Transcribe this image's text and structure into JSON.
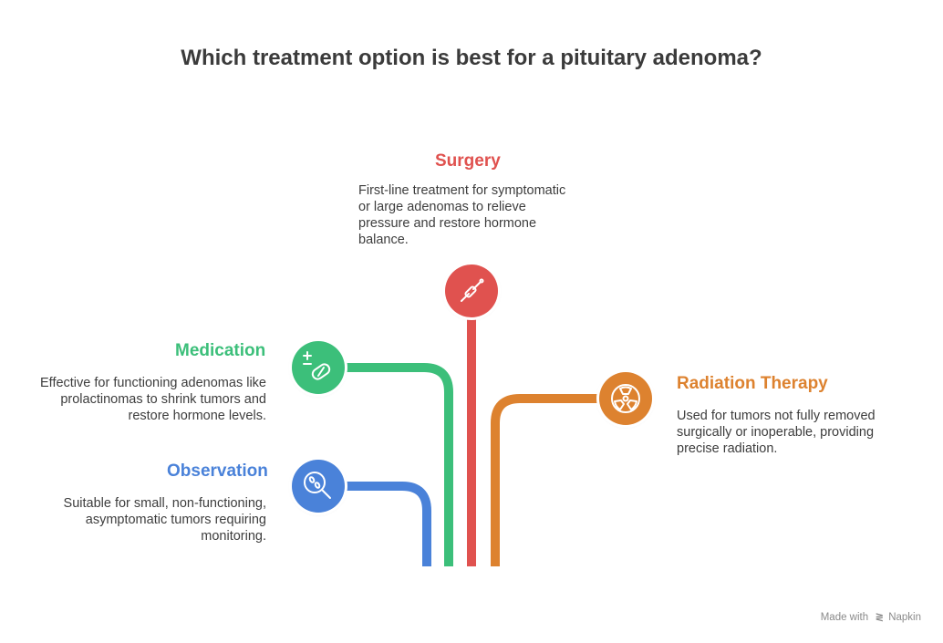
{
  "title": "Which treatment option is best for a pituitary adenoma?",
  "options": {
    "surgery": {
      "heading": "Surgery",
      "description": "First-line treatment for symptomatic or large adenomas to relieve pressure and restore hormone balance.",
      "color": "#e0524f",
      "icon": "scalpel-icon"
    },
    "medication": {
      "heading": "Medication",
      "description": "Effective for functioning adenomas like prolactinomas to shrink tumors and restore hormone levels.",
      "color": "#3cbf7a",
      "icon": "pill-icon"
    },
    "radiation": {
      "heading": "Radiation Therapy",
      "description": "Used for tumors not fully removed surgically or inoperable, providing precise radiation.",
      "color": "#dd822f",
      "icon": "radiation-icon"
    },
    "observation": {
      "heading": "Observation",
      "description": "Suitable for small, non-functioning, asymptomatic tumors requiring monitoring.",
      "color": "#4a82d9",
      "icon": "magnifier-icon"
    }
  },
  "footer": {
    "prefix": "Made with",
    "brand": "Napkin"
  }
}
